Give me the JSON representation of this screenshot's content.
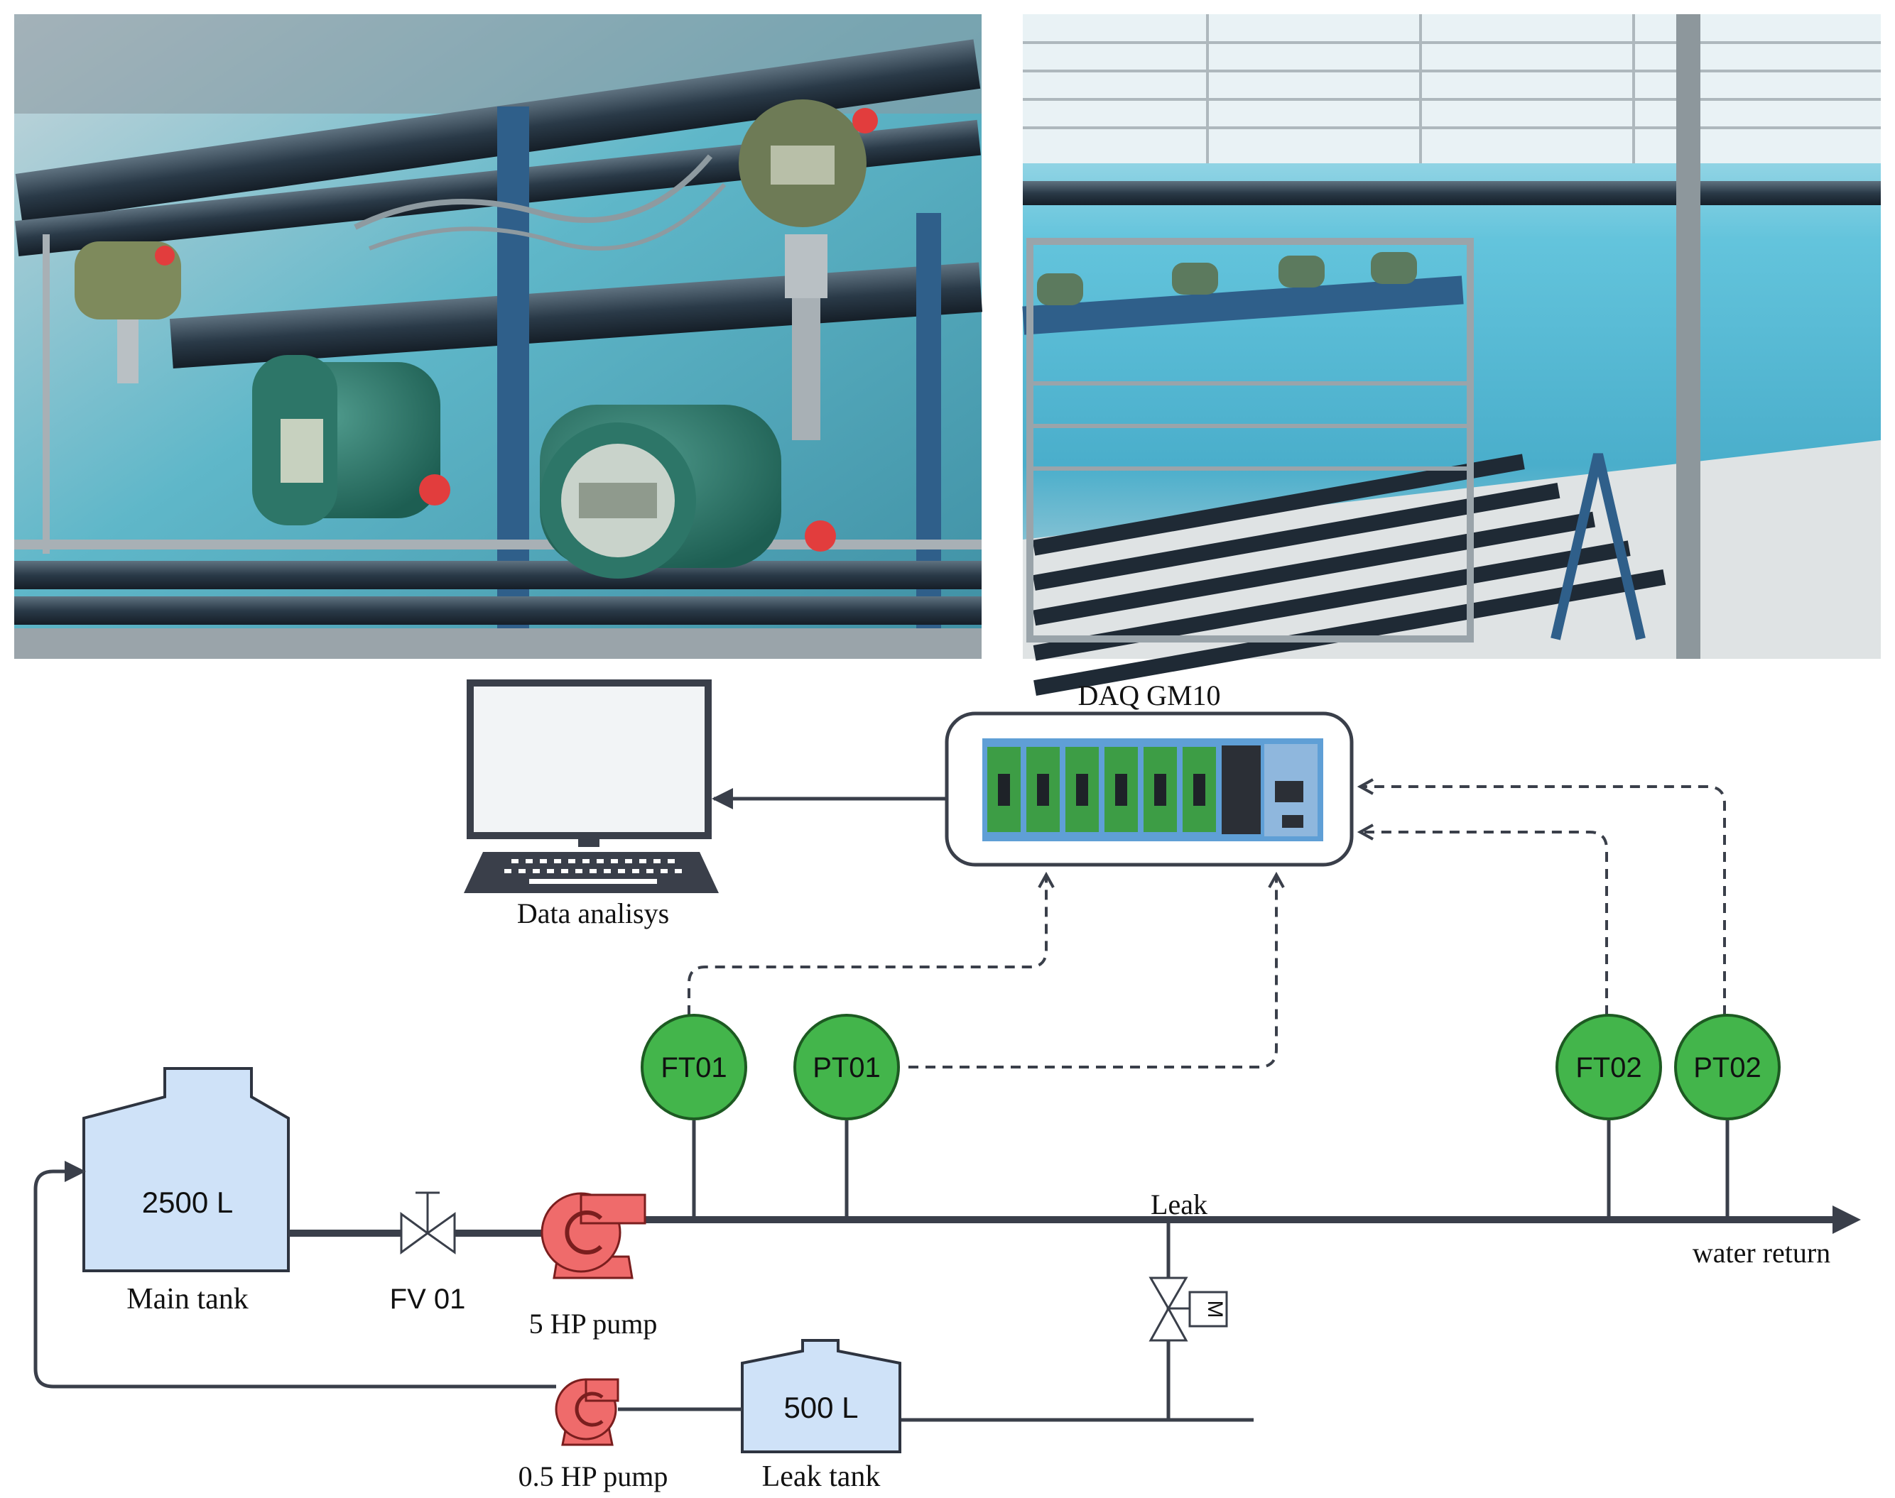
{
  "colors": {
    "line": "#3a3f4a",
    "instrument_fill": "#43b54b",
    "instrument_stroke": "#1d5a22",
    "tank_fill": "#cfe2f8",
    "tank_stroke": "#2e3440",
    "pump_fill": "#ef6b6b",
    "pump_stroke": "#7a1e1e",
    "daq_module": "#5f9fd6",
    "daq_card": "#3d9d45",
    "photo_sky": "#5fb7c9"
  },
  "photos": {
    "left": "photo-transmitters-closeup",
    "right": "photo-pipeline-test-bench"
  },
  "daq": {
    "title": "DAQ GM10"
  },
  "computer": {
    "label": "Data analisys"
  },
  "main_tank": {
    "capacity": "2500 L",
    "label": "Main tank"
  },
  "valve_fv": {
    "label": "FV 01"
  },
  "pump_main": {
    "label": "5 HP pump"
  },
  "leak": {
    "label": "Leak",
    "actuator": "M"
  },
  "return": {
    "label": "water return"
  },
  "pump_leak": {
    "label": "0.5 HP pump"
  },
  "leak_tank": {
    "capacity": "500 L",
    "label": "Leak tank"
  },
  "instruments": [
    {
      "tag": "FT01"
    },
    {
      "tag": "PT01"
    },
    {
      "tag": "FT02"
    },
    {
      "tag": "PT02"
    }
  ]
}
